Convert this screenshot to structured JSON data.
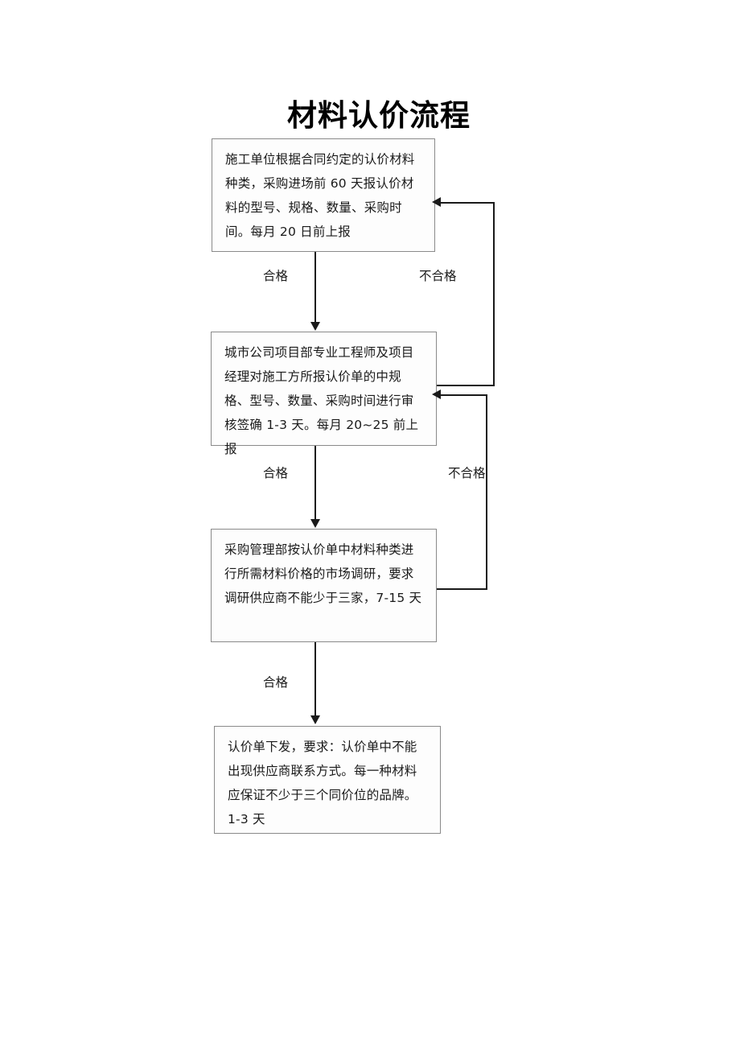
{
  "title": "材料认价流程",
  "nodes": [
    {
      "id": "node-1",
      "name": "process-step-1",
      "text": "施工单位根据合同约定的认价材料种类，采购进场前 60 天报认价材料的型号、规格、数量、采购时间。每月 20 日前上报"
    },
    {
      "id": "node-2",
      "name": "process-step-2",
      "text": "城市公司项目部专业工程师及项目经理对施工方所报认价单的中规格、型号、数量、采购时间进行审核签确 1-3 天。每月 20~25 前上报"
    },
    {
      "id": "node-3",
      "name": "process-step-3",
      "text": "采购管理部按认价单中材料种类进行所需材料价格的市场调研，要求调研供应商不能少于三家，7-15 天"
    },
    {
      "id": "node-4",
      "name": "process-step-4",
      "text": "认价单下发，要求：认价单中不能出现供应商联系方式。每一种材料应保证不少于三个同价位的品牌。1-3 天"
    }
  ],
  "edge_labels": {
    "pass_1": "合格",
    "fail_1": "不合格",
    "pass_2": "合格",
    "fail_2": "不合格",
    "pass_3": "合格"
  },
  "colors": {
    "line": "#1a1a1a",
    "box_border": "#8a8a8a",
    "box_fill": "#fdfdfd",
    "text": "#1a1a1a",
    "background": "#ffffff"
  }
}
